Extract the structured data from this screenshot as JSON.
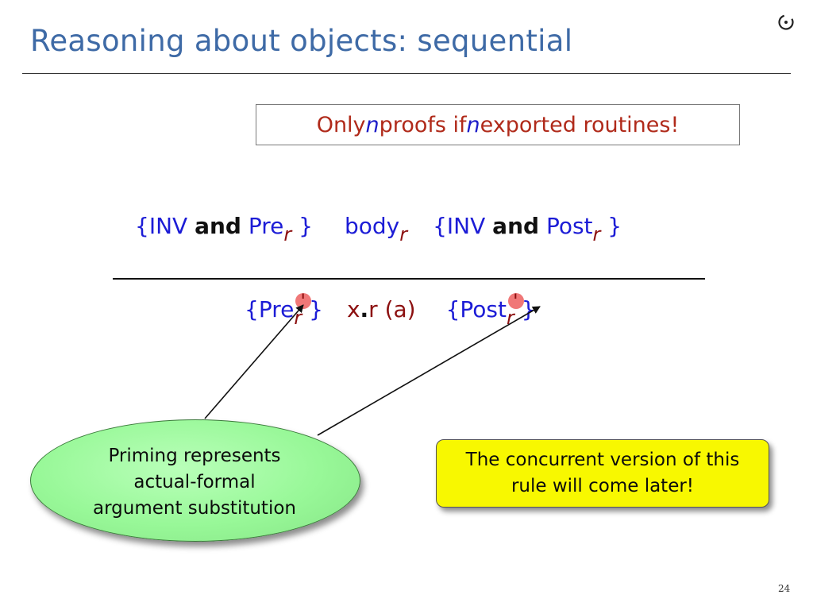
{
  "slide": {
    "title": "Reasoning about objects: sequential",
    "page_number": "24"
  },
  "note": {
    "part1": "Only ",
    "n1": "n",
    "part2": " proofs if ",
    "n2": "n",
    "part3": " exported routines!"
  },
  "formula": {
    "top": {
      "open1": "{INV ",
      "and1": "and",
      "pre": " Pre",
      "sub_r1": "r",
      "close1": " }",
      "body": "body",
      "sub_r2": "r",
      "open2": "{INV ",
      "and2": "and",
      "post": " Post",
      "sub_r3": "r",
      "close2": " }"
    },
    "bottom": {
      "pre": "{Pre",
      "sub_r1": "r",
      "prime1": "'",
      "close1": " }",
      "call_x": "x",
      "call_dot": ".",
      "call_rest": "r (a)",
      "post": "{Post",
      "sub_r2": "r",
      "prime2": "'",
      "close2": " }"
    }
  },
  "callouts": {
    "green": {
      "line1": "Priming represents",
      "line2": "actual-formal",
      "line3": "argument substitution"
    },
    "yellow": {
      "line1": "The concurrent version of this",
      "line2": "rule will come later!"
    }
  },
  "colors": {
    "title": "#3e6aa6",
    "formula_blue": "#1c1cd6",
    "subscript_dark_red": "#8c1010",
    "note_red": "#b02a1a",
    "prime_highlight": "#f07878",
    "green_bubble": "#98f898",
    "yellow_box": "#f8f800"
  },
  "icons": {
    "logo": "eth-logo-icon"
  }
}
